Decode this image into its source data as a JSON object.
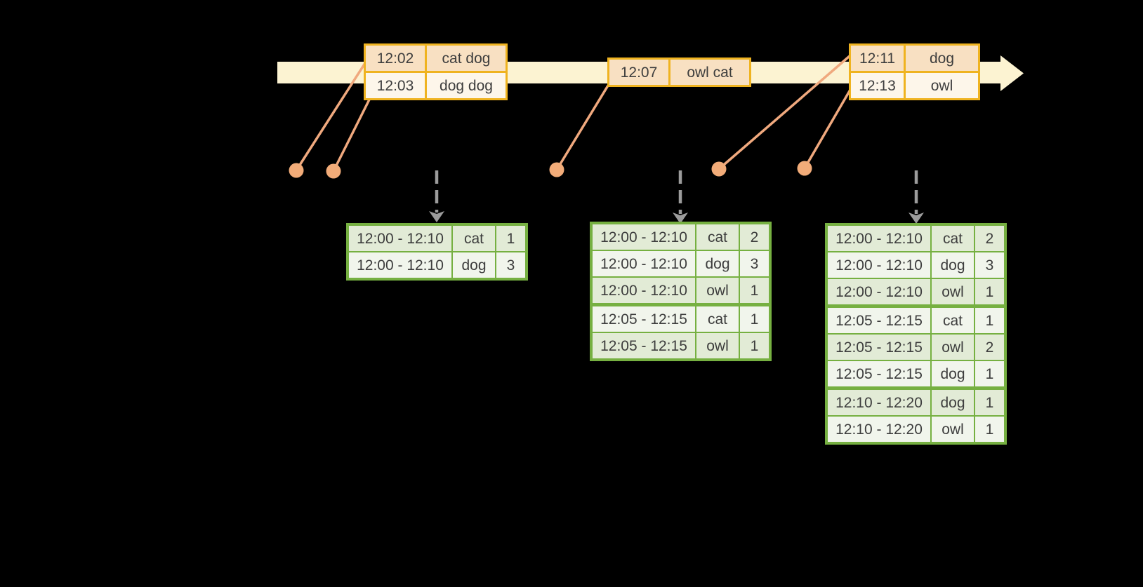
{
  "colors": {
    "background": "#000000",
    "timeline_band": "#FCF3D2",
    "event_table_border": "#EFB320",
    "event_row_peach": "#F8E0C2",
    "event_row_cream": "#FDF6EA",
    "result_table_border": "#76B041",
    "result_row_dark": "#E2EBD6",
    "result_row_light": "#F1F5EC",
    "connector_orange": "#F0A97E",
    "event_dot_orange": "#F2AC79",
    "trigger_arrow_gray": "#9C9C9C",
    "text": "#3D3D3D"
  },
  "icons": {
    "timeline_head": "arrow-right-icon",
    "trigger": "arrow-down-dashed-icon",
    "event_marker": "dot-icon"
  },
  "timeline_events": [
    {
      "time": "12:02",
      "words": "cat dog"
    },
    {
      "time": "12:03",
      "words": "dog dog"
    },
    {
      "time": "12:07",
      "words": "owl cat"
    },
    {
      "time": "12:11",
      "words": "dog"
    },
    {
      "time": "12:13",
      "words": "owl"
    }
  ],
  "event_tables": [
    [
      [
        "12:02",
        "cat dog"
      ],
      [
        "12:03",
        "dog dog"
      ]
    ],
    [
      [
        "12:07",
        "owl cat"
      ]
    ],
    [
      [
        "12:11",
        "dog"
      ],
      [
        "12:13",
        "owl"
      ]
    ]
  ],
  "result_tables": [
    [
      [
        "12:00 - 12:10",
        "cat",
        "1"
      ],
      [
        "12:00 - 12:10",
        "dog",
        "3"
      ]
    ],
    [
      [
        "12:00 - 12:10",
        "cat",
        "2"
      ],
      [
        "12:00 - 12:10",
        "dog",
        "3"
      ],
      [
        "12:00 - 12:10",
        "owl",
        "1"
      ],
      [
        "12:05 - 12:15",
        "cat",
        "1"
      ],
      [
        "12:05 - 12:15",
        "owl",
        "1"
      ]
    ],
    [
      [
        "12:00 - 12:10",
        "cat",
        "2"
      ],
      [
        "12:00 - 12:10",
        "dog",
        "3"
      ],
      [
        "12:00 - 12:10",
        "owl",
        "1"
      ],
      [
        "12:05 - 12:15",
        "cat",
        "1"
      ],
      [
        "12:05 - 12:15",
        "owl",
        "2"
      ],
      [
        "12:05 - 12:15",
        "dog",
        "1"
      ],
      [
        "12:10 - 12:20",
        "dog",
        "1"
      ],
      [
        "12:10 - 12:20",
        "owl",
        "1"
      ]
    ]
  ]
}
